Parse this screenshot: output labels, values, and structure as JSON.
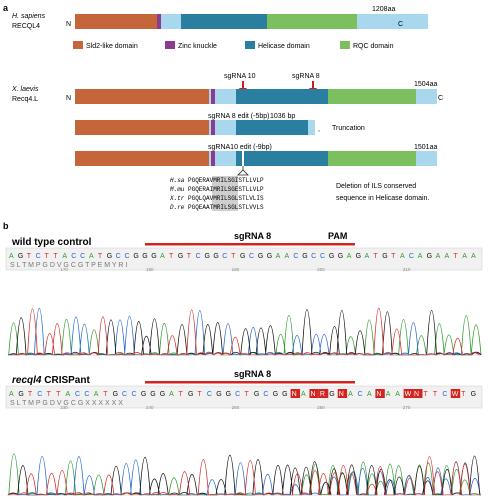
{
  "panel_a": {
    "label": "a",
    "human": {
      "species": "H. sapiens",
      "gene": "RECQL4",
      "n": "N",
      "c": "C",
      "length": "1208aa"
    },
    "legend": [
      {
        "label": "Sld2-like domain",
        "color": "#c4663a"
      },
      {
        "label": "Zinc knuckle",
        "color": "#8a3d8f"
      },
      {
        "label": "Helicase domain",
        "color": "#2a7ea0"
      },
      {
        "label": "RQC domain",
        "color": "#7cbf5e"
      }
    ],
    "xenopus": {
      "species": "X. laevis",
      "gene": "Recq4.L",
      "n": "N",
      "c": "C",
      "length": "1504aa",
      "sgrna10": "sgRNA 10",
      "sgrna8": "sgRNA 8"
    },
    "edit8": {
      "label": "sgRNA 8 edit (-5bp)",
      "length": "1036 bp",
      "result": "Truncation"
    },
    "edit10": {
      "label": "sgRNA10 edit (-9bp)",
      "length": "1501aa"
    },
    "alignment": [
      {
        "species": "H.sa",
        "seq": "PGQERAVMRILSGISTLLVLP"
      },
      {
        "species": "M.mu",
        "seq": "PGQERAIMRILSGESTLLVLP"
      },
      {
        "species": "X.tr",
        "seq": "PGQLQAVMRILSGLSTLVLIS"
      },
      {
        "species": "D.re",
        "seq": "PGQEAATMRILSGLSTLVVLS"
      }
    ],
    "deletion_note_1": "Deletion of ILS conserved",
    "deletion_note_2": "sequence in Helicase domain."
  },
  "panel_b": {
    "label": "b",
    "wild": {
      "title": "wild type control",
      "sgrna": "sgRNA 8",
      "pam": "PAM",
      "seq": "AGTCTTACCATGCCGGGATGTCGGCTGCGGAACGCCGGAGATGTACAGAATAA",
      "aa": "S  L  T  M  P  G  D  V  G  C  G  T  P  E  M  Y  R  I",
      "ticks": [
        "170",
        "180",
        "190",
        "200",
        "210"
      ]
    },
    "mutant": {
      "title_italic": "recql4",
      "title_rest": " CRISPant",
      "sgrna": "sgRNA 8",
      "seq": "AGTCTTACCATGCCGGGATGTCGGCTGCGGNANRGNACANAAWNTTCWTG",
      "aa": "S  L  T  M  P  G  D  V  G  C  G  X  X  X  X  X  X",
      "ticks": [
        "230",
        "240",
        "250",
        "260",
        "270"
      ]
    }
  },
  "colors": {
    "sld2": "#c4663a",
    "zinc": "#8a3d8f",
    "helicase": "#2a7ea0",
    "rqc": "#7cbf5e",
    "light": "#a9d8ee",
    "red": "#d4241f",
    "A": "#2e9a2e",
    "C": "#2266cc",
    "G": "#111111",
    "T": "#d42a2a"
  }
}
